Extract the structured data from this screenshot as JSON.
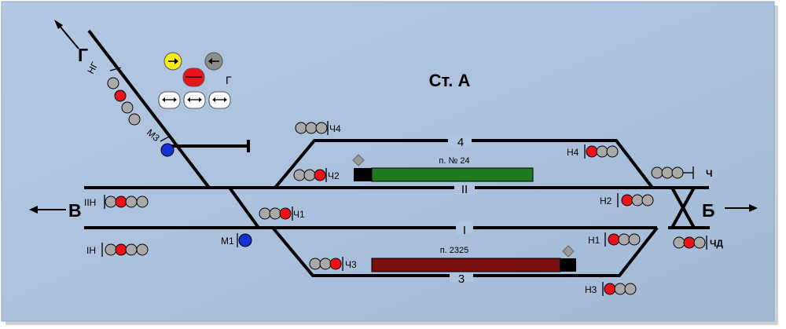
{
  "station": {
    "title": "Ст. А"
  },
  "directions": {
    "north": "Г",
    "west": "В",
    "east": "Б"
  },
  "tracks": {
    "t4": "4",
    "tII": "II",
    "tI": "I",
    "t3": "3"
  },
  "trains": {
    "upper": {
      "label": "п. № 24",
      "color": "#1f7a1f"
    },
    "lower": {
      "label": "п. 2325",
      "color": "#7a0f0f"
    }
  },
  "signals": {
    "NG": "НГ",
    "M3": "М3",
    "M1": "М1",
    "IIN": "IIН",
    "IN": "IН",
    "CH4": "Ч4",
    "CH2": "Ч2",
    "CH1": "Ч1",
    "CH3": "Ч3",
    "N4": "Н4",
    "N2": "Н2",
    "N1": "Н1",
    "N3": "Н3",
    "CH": "Ч",
    "CHD": "ЧД"
  },
  "panel": {
    "group_label": "Г"
  },
  "colors": {
    "background": "#a9c0dc",
    "track": "#000000",
    "lamp_red": "#e8141a",
    "lamp_gray": "#a9a9a9",
    "lamp_blue": "#1433d6",
    "lamp_yellow": "#f2ec14"
  }
}
